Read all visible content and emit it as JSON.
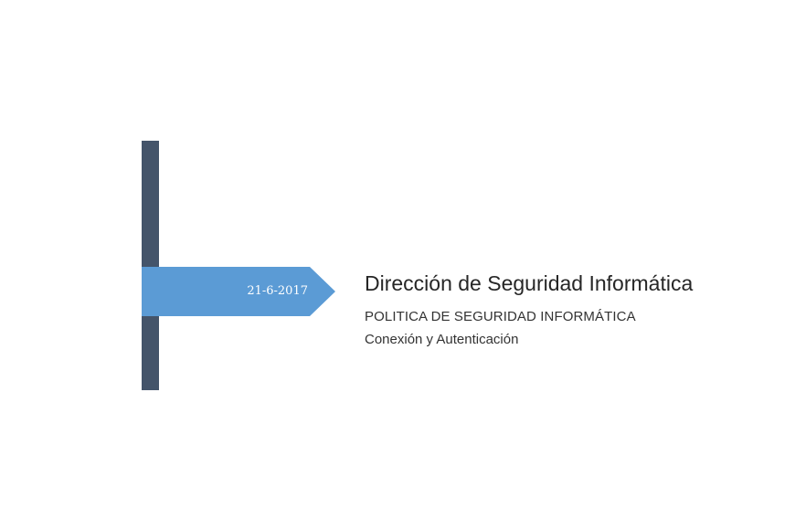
{
  "cover": {
    "date": "21-6-2017",
    "title": "Dirección de Seguridad Informática",
    "subtitle": "POLITICA DE SEGURIDAD INFORMÁTICA",
    "topic": "Conexión y Autenticación"
  },
  "colors": {
    "bar": "#44546A",
    "banner": "#5B9BD5",
    "title_text": "#262626",
    "body_text": "#333333"
  }
}
